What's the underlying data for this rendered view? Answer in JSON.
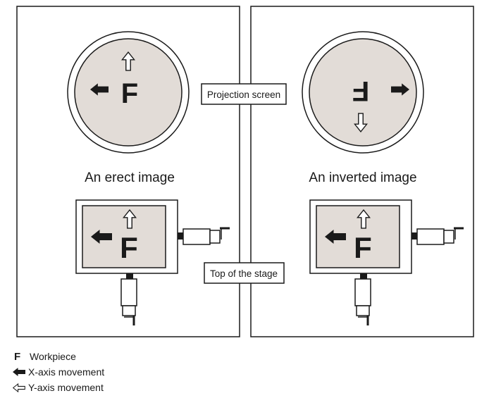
{
  "labels": {
    "projection_screen": "Projection screen",
    "top_of_stage": "Top of the stage",
    "erect_image": "An erect image",
    "inverted_image": "An inverted image"
  },
  "workpiece_letter": "F",
  "legend": {
    "workpiece_symbol": "F",
    "workpiece": "Workpiece",
    "x_axis": "X-axis movement",
    "y_axis": "Y-axis movement"
  },
  "colors": {
    "screen_fill": "#e2dcd7",
    "outline": "#1a1a1a",
    "background": "#ffffff"
  },
  "icons": [
    "solid-left-arrow-icon",
    "solid-right-arrow-icon",
    "hollow-up-arrow-icon",
    "hollow-down-arrow-icon",
    "hollow-left-arrow-icon"
  ]
}
